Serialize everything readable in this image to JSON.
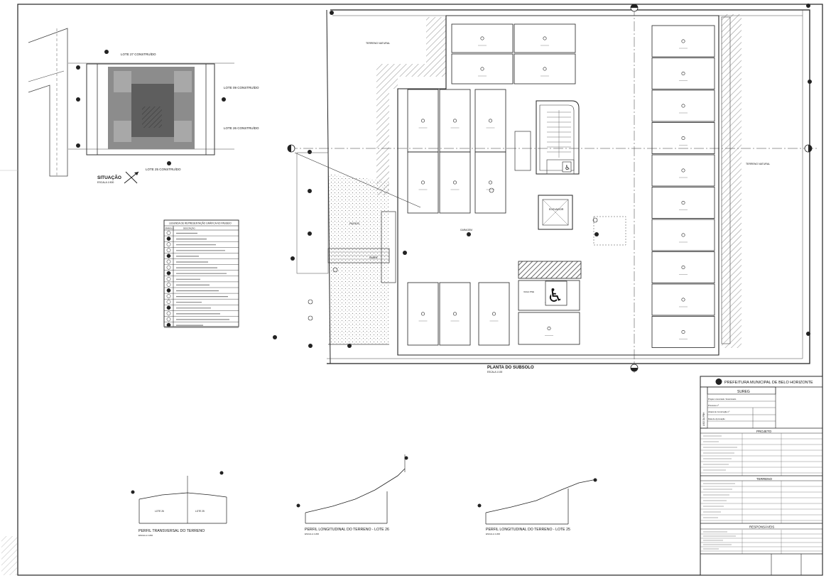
{
  "situation": {
    "title": "SITUAÇÃO",
    "scale": "ESCALA 1:500",
    "lot_labels": [
      "LOTE 27 CONSTRUÍDO",
      "LOTE 09 CONSTRUÍDO",
      "LOTE 26 CONSTRUÍDO",
      "LOTE 25 CONSTRUÍDO"
    ]
  },
  "legend": {
    "title": "LEGENDA DE REPRESENTAÇÃO GRÁFICA NO PASSEIO",
    "col_symbol": "SÍMBOLO",
    "col_desc": "DESCRIÇÃO"
  },
  "plan": {
    "title": "PLANTA DO SUBSOLO",
    "scale": "ESCALA 1:100",
    "labels": {
      "terreno_natural_top": "TERRENO NATURAL",
      "terreno_natural_right": "TERRENO NATURAL",
      "elevador": "ELEVADOR",
      "passeio": "PASSEIO",
      "rampa": "RAMPA",
      "garagem": "GARAGEM",
      "vaga_pne": "VAGA PNE"
    }
  },
  "profiles": [
    {
      "title": "PERFIL TRANSVERSAL DO TERRENO",
      "scale": "ESCALA 1:200",
      "lots": [
        "LOTE 26",
        "LOTE 25"
      ]
    },
    {
      "title": "PERFIL LONGITUDINAL DO TERRENO - LOTE 26",
      "scale": "ESCALA 1:200"
    },
    {
      "title": "PERFIL LONGITUDINAL DO TERRENO - LOTE 25",
      "scale": "ESCALA 1:200"
    }
  ],
  "titleblock": {
    "header": "PREFEITURA MUNICIPAL DE BELO HORIZONTE",
    "sureg": "SUREG",
    "uso": "USO DA PBH",
    "fields": [
      "Projeto Licenciado / Examinado",
      "Processo nº",
      "Alvará de Construção nº",
      "Data de Aprovação"
    ],
    "section_projeto": "PROJETO",
    "section_terreno": "TERRENO",
    "section_responsaveis": "RESPONSÁVEIS"
  },
  "colors": {
    "line": "#222222",
    "hatch": "#9a9a9a",
    "dark_hatch": "#555555",
    "situation_fill": "#8c8c8c",
    "situation_core": "#5e5e5e"
  }
}
